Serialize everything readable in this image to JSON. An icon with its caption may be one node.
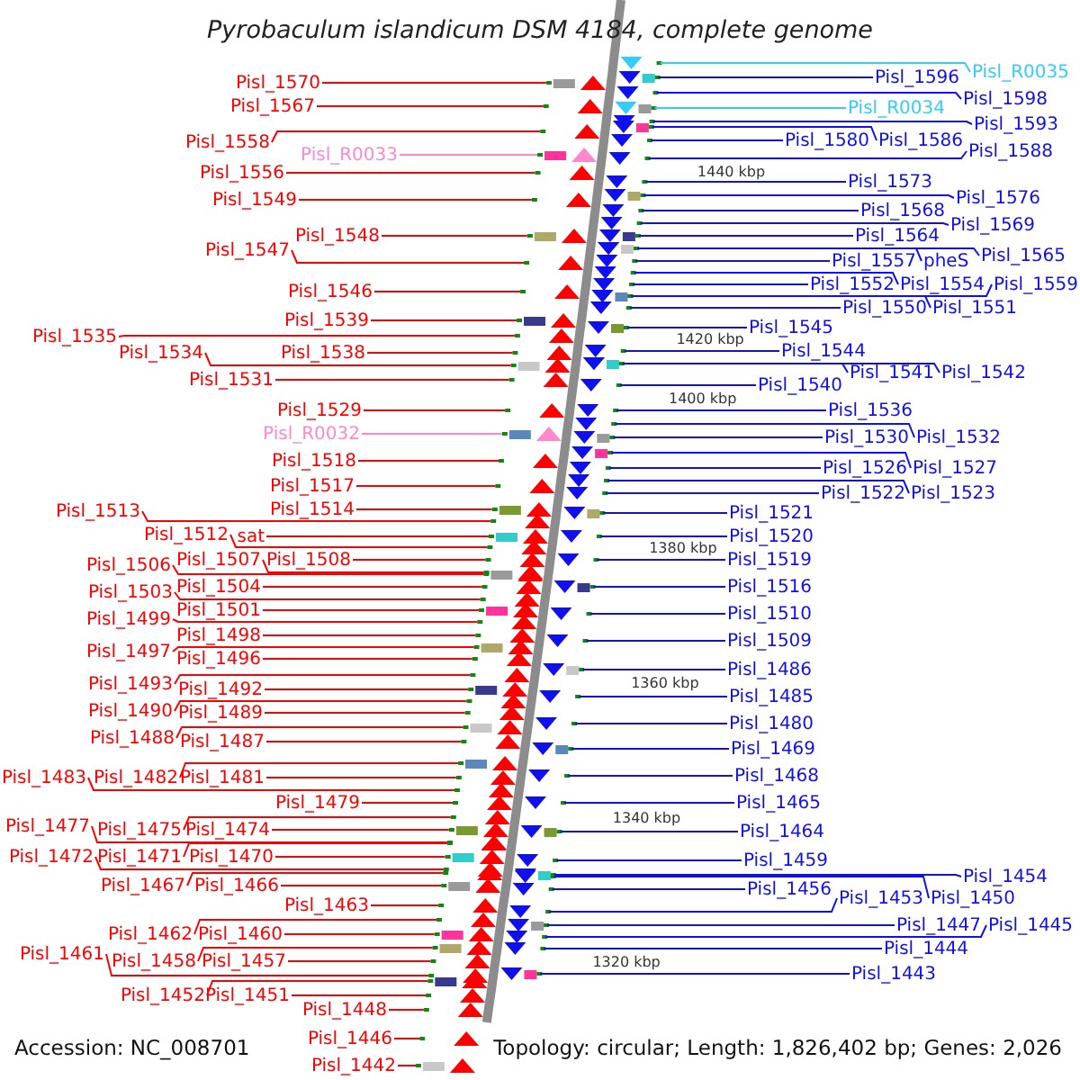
{
  "diagram": {
    "title": "Pyrobaculum islandicum DSM 4184, complete genome",
    "nodes": [
      {
        "text": [
          "Pisl_1570"
        ]
      },
      {
        "text": [
          "Pisl_1567"
        ]
      },
      {
        "text": [
          "Pisl_1558"
        ]
      },
      {
        "text": [
          "Pisl_R0033"
        ]
      },
      {
        "text": [
          "Pisl_1556"
        ]
      },
      {
        "text": [
          "Pisl_1549"
        ]
      },
      {
        "text": [
          "Pisl_1548"
        ]
      },
      {
        "text": [
          "Pisl_1547"
        ]
      },
      {
        "text": [
          "Pisl_1546"
        ]
      },
      {
        "text": [
          "Pisl_1539"
        ]
      },
      {
        "text": [
          "Pisl_1535"
        ]
      },
      {
        "text": [
          "Pisl_1538"
        ]
      },
      {
        "text": [
          "Pisl_1534"
        ]
      },
      {
        "text": [
          "Pisl_1531"
        ]
      },
      {
        "text": [
          "Pisl_1529"
        ]
      },
      {
        "text": [
          "Pisl_R0032"
        ]
      },
      {
        "text": [
          "Pisl_1518"
        ]
      },
      {
        "text": [
          "Pisl_1517"
        ]
      },
      {
        "text": [
          "Pisl_1514"
        ]
      },
      {
        "text": [
          "Pisl_1513"
        ]
      },
      {
        "text": [
          "Pisl_1512"
        ]
      },
      {
        "text": [
          "sat"
        ]
      },
      {
        "text": [
          "Pisl_1508"
        ]
      },
      {
        "text": [
          "Pisl_1507"
        ]
      },
      {
        "text": [
          "Pisl_1506"
        ]
      },
      {
        "text": [
          "Pisl_1504"
        ]
      },
      {
        "text": [
          "Pisl_1503"
        ]
      },
      {
        "text": [
          "Pisl_1501"
        ]
      },
      {
        "text": [
          "Pisl_1499"
        ]
      },
      {
        "text": [
          "Pisl_1498"
        ]
      },
      {
        "text": [
          "Pisl_1497"
        ]
      },
      {
        "text": [
          "Pisl_1496"
        ]
      },
      {
        "text": [
          "Pisl_1493"
        ]
      },
      {
        "text": [
          "Pisl_1492"
        ]
      },
      {
        "text": [
          "Pisl_1490"
        ]
      },
      {
        "text": [
          "Pisl_1489"
        ]
      },
      {
        "text": [
          "Pisl_1488"
        ]
      },
      {
        "text": [
          "Pisl_1487"
        ]
      },
      {
        "text": [
          "Pisl_1481"
        ]
      },
      {
        "text": [
          "Pisl_1482"
        ]
      },
      {
        "text": [
          "Pisl_1483"
        ]
      },
      {
        "text": [
          "Pisl_1479"
        ]
      },
      {
        "text": [
          "Pisl_1474"
        ]
      },
      {
        "text": [
          "Pisl_1475"
        ]
      },
      {
        "text": [
          "Pisl_1477"
        ]
      },
      {
        "text": [
          "Pisl_1470"
        ]
      },
      {
        "text": [
          "Pisl_1471"
        ]
      },
      {
        "text": [
          "Pisl_1472"
        ]
      },
      {
        "text": [
          "Pisl_1466"
        ]
      },
      {
        "text": [
          "Pisl_1467"
        ]
      },
      {
        "text": [
          "Pisl_1463"
        ]
      },
      {
        "text": [
          "Pisl_1460"
        ]
      },
      {
        "text": [
          "Pisl_1462"
        ]
      },
      {
        "text": [
          "Pisl_1457"
        ]
      },
      {
        "text": [
          "Pisl_1458"
        ]
      },
      {
        "text": [
          "Pisl_1461"
        ]
      },
      {
        "text": [
          "Pisl_1451"
        ]
      },
      {
        "text": [
          "Pisl_1452"
        ]
      },
      {
        "text": [
          "Pisl_1448"
        ]
      },
      {
        "text": [
          "Pisl_1446"
        ]
      },
      {
        "text": [
          "Pisl_1442"
        ]
      },
      {
        "text": [
          "Pisl_1596"
        ]
      },
      {
        "text": [
          "Pisl_R0035"
        ]
      },
      {
        "text": [
          "Pisl_1598"
        ]
      },
      {
        "text": [
          "Pisl_R0034"
        ]
      },
      {
        "text": [
          "Pisl_1593"
        ]
      },
      {
        "text": [
          "Pisl_1580"
        ]
      },
      {
        "text": [
          "Pisl_1586"
        ]
      },
      {
        "text": [
          "Pisl_1588"
        ]
      },
      {
        "text": [
          "Pisl_1573"
        ]
      },
      {
        "text": [
          "Pisl_1576"
        ]
      },
      {
        "text": [
          "Pisl_1568"
        ]
      },
      {
        "text": [
          "Pisl_1569"
        ]
      },
      {
        "text": [
          "Pisl_1564"
        ]
      },
      {
        "text": [
          "Pisl_1557"
        ]
      },
      {
        "text": [
          "pheS"
        ]
      },
      {
        "text": [
          "Pisl_1565"
        ]
      },
      {
        "text": [
          "Pisl_1552"
        ]
      },
      {
        "text": [
          "Pisl_1554"
        ]
      },
      {
        "text": [
          "Pisl_1559"
        ]
      },
      {
        "text": [
          "Pisl_1550"
        ]
      },
      {
        "text": [
          "Pisl_1551"
        ]
      },
      {
        "text": [
          "Pisl_1545"
        ]
      },
      {
        "text": [
          "Pisl_1544"
        ]
      },
      {
        "text": [
          "Pisl_1540"
        ]
      },
      {
        "text": [
          "Pisl_1541"
        ]
      },
      {
        "text": [
          "Pisl_1542"
        ]
      },
      {
        "text": [
          "Pisl_1536"
        ]
      },
      {
        "text": [
          "Pisl_1530"
        ]
      },
      {
        "text": [
          "Pisl_1532"
        ]
      },
      {
        "text": [
          "Pisl_1526"
        ]
      },
      {
        "text": [
          "Pisl_1527"
        ]
      },
      {
        "text": [
          "Pisl_1522"
        ]
      },
      {
        "text": [
          "Pisl_1523"
        ]
      },
      {
        "text": [
          "Pisl_1521"
        ]
      },
      {
        "text": [
          "Pisl_1520"
        ]
      },
      {
        "text": [
          "Pisl_1519"
        ]
      },
      {
        "text": [
          "Pisl_1516"
        ]
      },
      {
        "text": [
          "Pisl_1510"
        ]
      },
      {
        "text": [
          "Pisl_1509"
        ]
      },
      {
        "text": [
          "Pisl_1486"
        ]
      },
      {
        "text": [
          "Pisl_1485"
        ]
      },
      {
        "text": [
          "Pisl_1480"
        ]
      },
      {
        "text": [
          "Pisl_1469"
        ]
      },
      {
        "text": [
          "Pisl_1468"
        ]
      },
      {
        "text": [
          "Pisl_1465"
        ]
      },
      {
        "text": [
          "Pisl_1464"
        ]
      },
      {
        "text": [
          "Pisl_1459"
        ]
      },
      {
        "text": [
          "Pisl_1456"
        ]
      },
      {
        "text": [
          "Pisl_1454"
        ]
      },
      {
        "text": [
          "Pisl_1453"
        ]
      },
      {
        "text": [
          "Pisl_1450"
        ]
      },
      {
        "text": [
          "Pisl_1447"
        ]
      },
      {
        "text": [
          "Pisl_1445"
        ]
      },
      {
        "text": [
          "Pisl_1444"
        ]
      },
      {
        "text": [
          "Pisl_1443"
        ]
      }
    ],
    "edges": [
      {
        "from": 0,
        "to": null,
        "arrow": "none",
        "color": "#ff0000"
      },
      {
        "from": 1,
        "to": null,
        "arrow": "none",
        "color": "#ff0000"
      },
      {
        "from": 2,
        "to": null,
        "arrow": "none",
        "color": "#ff0000"
      },
      {
        "from": 3,
        "to": null,
        "arrow": "none",
        "color": "#ff88cc"
      },
      {
        "from": 4,
        "to": null,
        "arrow": "none",
        "color": "#ff0000"
      },
      {
        "from": 5,
        "to": null,
        "arrow": "none",
        "color": "#ff0000"
      },
      {
        "from": 6,
        "to": null,
        "arrow": "none",
        "color": "#ff0000"
      },
      {
        "from": 7,
        "to": null,
        "arrow": "none",
        "color": "#ff0000"
      },
      {
        "from": 8,
        "to": null,
        "arrow": "none",
        "color": "#ff0000"
      },
      {
        "from": 9,
        "to": null,
        "arrow": "none",
        "color": "#ff0000"
      },
      {
        "from": 10,
        "to": null,
        "arrow": "none",
        "color": "#ff0000"
      },
      {
        "from": 11,
        "to": null,
        "arrow": "none",
        "color": "#ff0000"
      },
      {
        "from": 12,
        "to": null,
        "arrow": "none",
        "color": "#ff0000"
      },
      {
        "from": 13,
        "to": null,
        "arrow": "none",
        "color": "#ff0000"
      },
      {
        "from": 14,
        "to": null,
        "arrow": "none",
        "color": "#ff0000"
      },
      {
        "from": 15,
        "to": null,
        "arrow": "none",
        "color": "#ff88cc"
      },
      {
        "from": 16,
        "to": null,
        "arrow": "none",
        "color": "#ff0000"
      },
      {
        "from": 17,
        "to": null,
        "arrow": "none",
        "color": "#ff0000"
      },
      {
        "from": 18,
        "to": null,
        "arrow": "none",
        "color": "#ff0000"
      },
      {
        "from": 19,
        "to": null,
        "arrow": "none",
        "color": "#ff0000"
      },
      {
        "from": 20,
        "to": null,
        "arrow": "none",
        "color": "#ff0000"
      },
      {
        "from": 21,
        "to": null,
        "arrow": "none",
        "color": "#ff0000"
      },
      {
        "from": 22,
        "to": null,
        "arrow": "none",
        "color": "#ff0000"
      },
      {
        "from": 23,
        "to": null,
        "arrow": "none",
        "color": "#ff0000"
      },
      {
        "from": 24,
        "to": null,
        "arrow": "none",
        "color": "#ff0000"
      },
      {
        "from": 25,
        "to": null,
        "arrow": "none",
        "color": "#ff0000"
      },
      {
        "from": 26,
        "to": null,
        "arrow": "none",
        "color": "#ff0000"
      },
      {
        "from": 27,
        "to": null,
        "arrow": "none",
        "color": "#ff0000"
      },
      {
        "from": 28,
        "to": null,
        "arrow": "none",
        "color": "#ff0000"
      },
      {
        "from": 29,
        "to": null,
        "arrow": "none",
        "color": "#ff0000"
      },
      {
        "from": 30,
        "to": null,
        "arrow": "none",
        "color": "#ff0000"
      },
      {
        "from": 31,
        "to": null,
        "arrow": "none",
        "color": "#ff0000"
      },
      {
        "from": 32,
        "to": null,
        "arrow": "none",
        "color": "#ff0000"
      },
      {
        "from": 33,
        "to": null,
        "arrow": "none",
        "color": "#ff0000"
      },
      {
        "from": 34,
        "to": null,
        "arrow": "none",
        "color": "#ff0000"
      },
      {
        "from": 35,
        "to": null,
        "arrow": "none",
        "color": "#ff0000"
      },
      {
        "from": 36,
        "to": null,
        "arrow": "none",
        "color": "#ff0000"
      },
      {
        "from": 37,
        "to": null,
        "arrow": "none",
        "color": "#ff0000"
      },
      {
        "from": 38,
        "to": null,
        "arrow": "none",
        "color": "#ff0000"
      },
      {
        "from": 39,
        "to": null,
        "arrow": "none",
        "color": "#ff0000"
      },
      {
        "from": 40,
        "to": null,
        "arrow": "none",
        "color": "#ff0000"
      },
      {
        "from": 41,
        "to": null,
        "arrow": "none",
        "color": "#ff0000"
      },
      {
        "from": 42,
        "to": null,
        "arrow": "none",
        "color": "#ff0000"
      },
      {
        "from": 43,
        "to": null,
        "arrow": "none",
        "color": "#ff0000"
      },
      {
        "from": 44,
        "to": null,
        "arrow": "none",
        "color": "#ff0000"
      },
      {
        "from": 45,
        "to": null,
        "arrow": "none",
        "color": "#ff0000"
      },
      {
        "from": 46,
        "to": null,
        "arrow": "none",
        "color": "#ff0000"
      },
      {
        "from": 47,
        "to": null,
        "arrow": "none",
        "color": "#ff0000"
      },
      {
        "from": 48,
        "to": null,
        "arrow": "none",
        "color": "#ff0000"
      },
      {
        "from": 49,
        "to": null,
        "arrow": "none",
        "color": "#ff0000"
      },
      {
        "from": 50,
        "to": null,
        "arrow": "none",
        "color": "#ff0000"
      },
      {
        "from": 51,
        "to": null,
        "arrow": "none",
        "color": "#ff0000"
      },
      {
        "from": 52,
        "to": null,
        "arrow": "none",
        "color": "#ff0000"
      },
      {
        "from": 53,
        "to": null,
        "arrow": "none",
        "color": "#ff0000"
      },
      {
        "from": 54,
        "to": null,
        "arrow": "none",
        "color": "#ff0000"
      },
      {
        "from": 55,
        "to": null,
        "arrow": "none",
        "color": "#ff0000"
      },
      {
        "from": 56,
        "to": null,
        "arrow": "none",
        "color": "#ff0000"
      },
      {
        "from": 57,
        "to": null,
        "arrow": "none",
        "color": "#ff0000"
      },
      {
        "from": 58,
        "to": null,
        "arrow": "none",
        "color": "#ff0000"
      },
      {
        "from": 59,
        "to": null,
        "arrow": "none",
        "color": "#ff0000"
      },
      {
        "from": 60,
        "to": null,
        "arrow": "none",
        "color": "#ff0000"
      },
      {
        "from": 61,
        "to": null,
        "arrow": "none",
        "color": "#1010ee"
      },
      {
        "from": 62,
        "to": null,
        "arrow": "none",
        "color": "#33ccff"
      },
      {
        "from": 63,
        "to": null,
        "arrow": "none",
        "color": "#1010ee"
      },
      {
        "from": 64,
        "to": null,
        "arrow": "none",
        "color": "#33ccff"
      },
      {
        "from": 65,
        "to": null,
        "arrow": "none",
        "color": "#1010ee"
      },
      {
        "from": 66,
        "to": null,
        "arrow": "none",
        "color": "#1010ee"
      },
      {
        "from": 67,
        "to": null,
        "arrow": "none",
        "color": "#1010ee"
      },
      {
        "from": 68,
        "to": null,
        "arrow": "none",
        "color": "#1010ee"
      },
      {
        "from": 69,
        "to": null,
        "arrow": "none",
        "color": "#1010ee"
      },
      {
        "from": 70,
        "to": null,
        "arrow": "none",
        "color": "#1010ee"
      },
      {
        "from": 71,
        "to": null,
        "arrow": "none",
        "color": "#1010ee"
      },
      {
        "from": 72,
        "to": null,
        "arrow": "none",
        "color": "#1010ee"
      },
      {
        "from": 73,
        "to": null,
        "arrow": "none",
        "color": "#1010ee"
      },
      {
        "from": 74,
        "to": null,
        "arrow": "none",
        "color": "#1010ee"
      },
      {
        "from": 75,
        "to": null,
        "arrow": "none",
        "color": "#1010ee"
      },
      {
        "from": 76,
        "to": null,
        "arrow": "none",
        "color": "#1010ee"
      },
      {
        "from": 77,
        "to": null,
        "arrow": "none",
        "color": "#1010ee"
      },
      {
        "from": 78,
        "to": null,
        "arrow": "none",
        "color": "#1010ee"
      },
      {
        "from": 79,
        "to": null,
        "arrow": "none",
        "color": "#1010ee"
      },
      {
        "from": 80,
        "to": null,
        "arrow": "none",
        "color": "#1010ee"
      },
      {
        "from": 81,
        "to": null,
        "arrow": "none",
        "color": "#1010ee"
      },
      {
        "from": 82,
        "to": null,
        "arrow": "none",
        "color": "#1010ee"
      },
      {
        "from": 83,
        "to": null,
        "arrow": "none",
        "color": "#1010ee"
      },
      {
        "from": 84,
        "to": null,
        "arrow": "none",
        "color": "#1010ee"
      },
      {
        "from": 85,
        "to": null,
        "arrow": "none",
        "color": "#1010ee"
      },
      {
        "from": 86,
        "to": null,
        "arrow": "none",
        "color": "#1010ee"
      },
      {
        "from": 87,
        "to": null,
        "arrow": "none",
        "color": "#1010ee"
      },
      {
        "from": 88,
        "to": null,
        "arrow": "none",
        "color": "#1010ee"
      },
      {
        "from": 89,
        "to": null,
        "arrow": "none",
        "color": "#1010ee"
      },
      {
        "from": 90,
        "to": null,
        "arrow": "none",
        "color": "#1010ee"
      },
      {
        "from": 91,
        "to": null,
        "arrow": "none",
        "color": "#1010ee"
      },
      {
        "from": 92,
        "to": null,
        "arrow": "none",
        "color": "#1010ee"
      },
      {
        "from": 93,
        "to": null,
        "arrow": "none",
        "color": "#1010ee"
      },
      {
        "from": 94,
        "to": null,
        "arrow": "none",
        "color": "#1010ee"
      },
      {
        "from": 95,
        "to": null,
        "arrow": "none",
        "color": "#1010ee"
      },
      {
        "from": 96,
        "to": null,
        "arrow": "none",
        "color": "#1010ee"
      },
      {
        "from": 97,
        "to": null,
        "arrow": "none",
        "color": "#1010ee"
      },
      {
        "from": 98,
        "to": null,
        "arrow": "none",
        "color": "#1010ee"
      },
      {
        "from": 99,
        "to": null,
        "arrow": "none",
        "color": "#1010ee"
      },
      {
        "from": 100,
        "to": null,
        "arrow": "none",
        "color": "#1010ee"
      },
      {
        "from": 101,
        "to": null,
        "arrow": "none",
        "color": "#1010ee"
      },
      {
        "from": 102,
        "to": null,
        "arrow": "none",
        "color": "#1010ee"
      },
      {
        "from": 103,
        "to": null,
        "arrow": "none",
        "color": "#1010ee"
      },
      {
        "from": 104,
        "to": null,
        "arrow": "none",
        "color": "#1010ee"
      },
      {
        "from": 105,
        "to": null,
        "arrow": "none",
        "color": "#1010ee"
      },
      {
        "from": 106,
        "to": null,
        "arrow": "none",
        "color": "#1010ee"
      },
      {
        "from": 107,
        "to": null,
        "arrow": "none",
        "color": "#1010ee"
      },
      {
        "from": 108,
        "to": null,
        "arrow": "none",
        "color": "#1010ee"
      },
      {
        "from": 109,
        "to": null,
        "arrow": "none",
        "color": "#1010ee"
      },
      {
        "from": 110,
        "to": null,
        "arrow": "none",
        "color": "#1010ee"
      },
      {
        "from": 111,
        "to": null,
        "arrow": "none",
        "color": "#1010ee"
      },
      {
        "from": 112,
        "to": null,
        "arrow": "none",
        "color": "#1010ee"
      },
      {
        "from": 113,
        "to": null,
        "arrow": "none",
        "color": "#1010ee"
      },
      {
        "from": 114,
        "to": null,
        "arrow": "none",
        "color": "#1010ee"
      },
      {
        "from": 115,
        "to": null,
        "arrow": "none",
        "color": "#1010ee"
      }
    ],
    "labels": [
      "1440 kbp",
      "1420 kbp",
      "1400 kbp",
      "1380 kbp",
      "1360 kbp",
      "1340 kbp",
      "1320 kbp",
      "Accession: NC_008701",
      "Topology: circular; Length: 1,826,402 bp; Genes: 2,026"
    ]
  }
}
